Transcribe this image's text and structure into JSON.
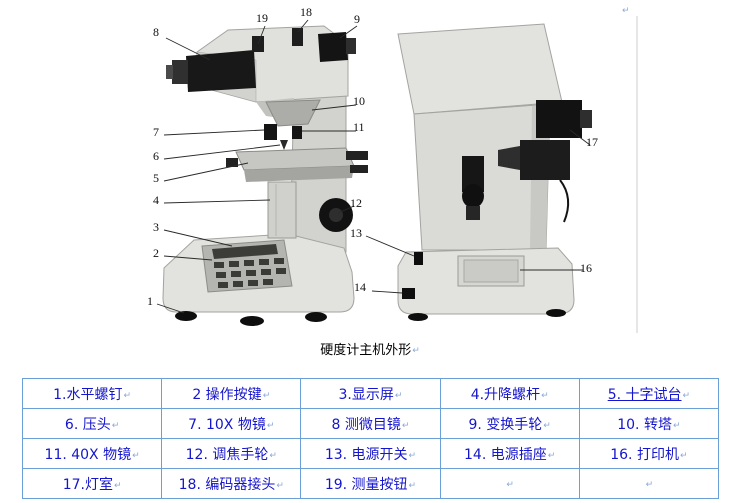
{
  "figure": {
    "caption": "硬度计主机外形",
    "callouts": [
      {
        "label": "8"
      },
      {
        "label": "19"
      },
      {
        "label": "18"
      },
      {
        "label": "9"
      },
      {
        "label": "10"
      },
      {
        "label": "11"
      },
      {
        "label": "7"
      },
      {
        "label": "6"
      },
      {
        "label": "5"
      },
      {
        "label": "4"
      },
      {
        "label": "3"
      },
      {
        "label": "2"
      },
      {
        "label": "1"
      },
      {
        "label": "12"
      },
      {
        "label": "13"
      },
      {
        "label": "14"
      },
      {
        "label": "17"
      },
      {
        "label": "16"
      }
    ]
  },
  "marks": {
    "paragraph": "↵"
  },
  "table": {
    "text_color": "#1515cc",
    "border_color": "#6a9fd8",
    "rows": [
      [
        "1.水平螺钉",
        "2 操作按键",
        "3.显示屏",
        "4.升降螺杆",
        "5. 十字试台"
      ],
      [
        "6.  压头",
        "7.  10X 物镜",
        "8 测微目镜",
        "9.  变换手轮",
        "10.  转塔"
      ],
      [
        "11.  40X 物镜",
        "12.  调焦手轮",
        "13.  电源开关",
        "14.  电源插座",
        "16.  打印机"
      ],
      [
        "17.灯室",
        "18.  编码器接头",
        "19.  测量按钮",
        "",
        ""
      ]
    ]
  }
}
